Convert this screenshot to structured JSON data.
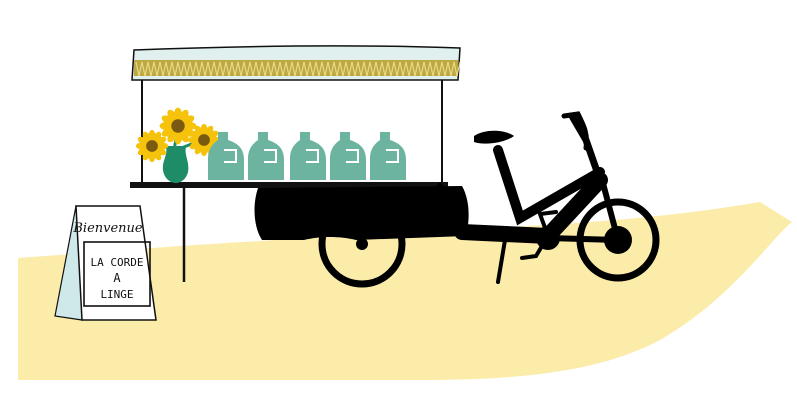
{
  "sign": {
    "top": "Bienvenue",
    "line1": "LA CORDE",
    "line2": "A",
    "line3": "LINGE"
  },
  "colors": {
    "ground": "#fcecaa",
    "bike": "#000000",
    "awning_fill": "#dff0ee",
    "awning_fringe": "#b9a12c",
    "bottle": "#6db4a0",
    "vase": "#1f8c68",
    "sunflower_petal": "#f5c20c",
    "sunflower_center": "#7a5a10",
    "sign_back": "#cfe9ea"
  },
  "bottles": {
    "count": 5
  },
  "sunflowers": {
    "count": 3
  }
}
